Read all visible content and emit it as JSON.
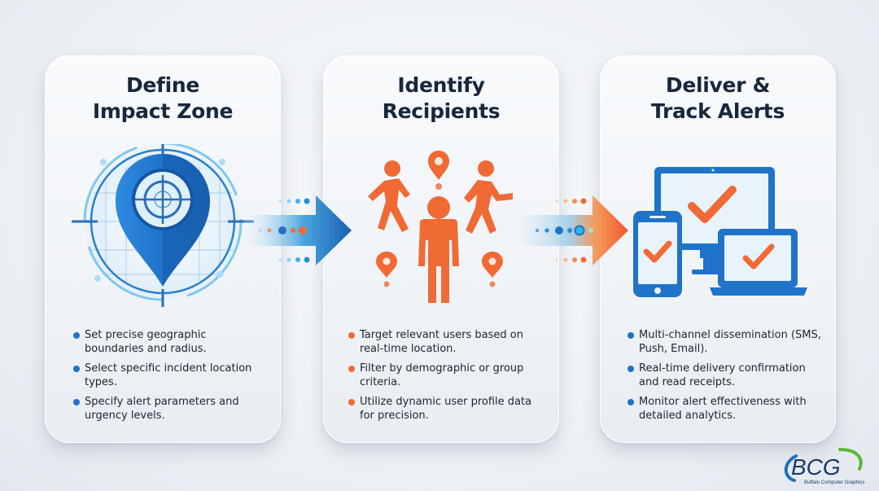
{
  "colors": {
    "blue": "#1f73c9",
    "blue_light": "#5fb8ec",
    "orange": "#f06a35",
    "title": "#17273d",
    "text": "#1d2430"
  },
  "steps": [
    {
      "title_line1": "Define",
      "title_line2": "Impact Zone",
      "icon": "map-pin-target-icon",
      "bullet_color": "#1f73c9",
      "bullets": [
        "Set precise geographic boundaries and radius.",
        "Select specific incident location types.",
        "Specify alert parameters and urgency levels."
      ]
    },
    {
      "title_line1": "Identify",
      "title_line2": "Recipients",
      "icon": "people-location-icon",
      "bullet_color": "#f06a35",
      "bullets": [
        "Target relevant users based on real-time location.",
        "Filter by demographic or group criteria.",
        "Utilize dynamic user profile data for precision."
      ]
    },
    {
      "title_line1": "Deliver &",
      "title_line2": "Track Alerts",
      "icon": "devices-checkmark-icon",
      "bullet_color": "#1f73c9",
      "bullets": [
        "Multi-channel dissemination (SMS, Push, Email).",
        "Real-time delivery confirmation and read receipts.",
        "Monitor alert effectiveness with detailed analytics."
      ]
    }
  ],
  "connectors": [
    {
      "icon": "arrow-right-icon",
      "style": "blue"
    },
    {
      "icon": "arrow-right-icon",
      "style": "orange"
    }
  ],
  "logo": {
    "mark": "BCG",
    "tagline": "Buffalo Computer Graphics"
  }
}
